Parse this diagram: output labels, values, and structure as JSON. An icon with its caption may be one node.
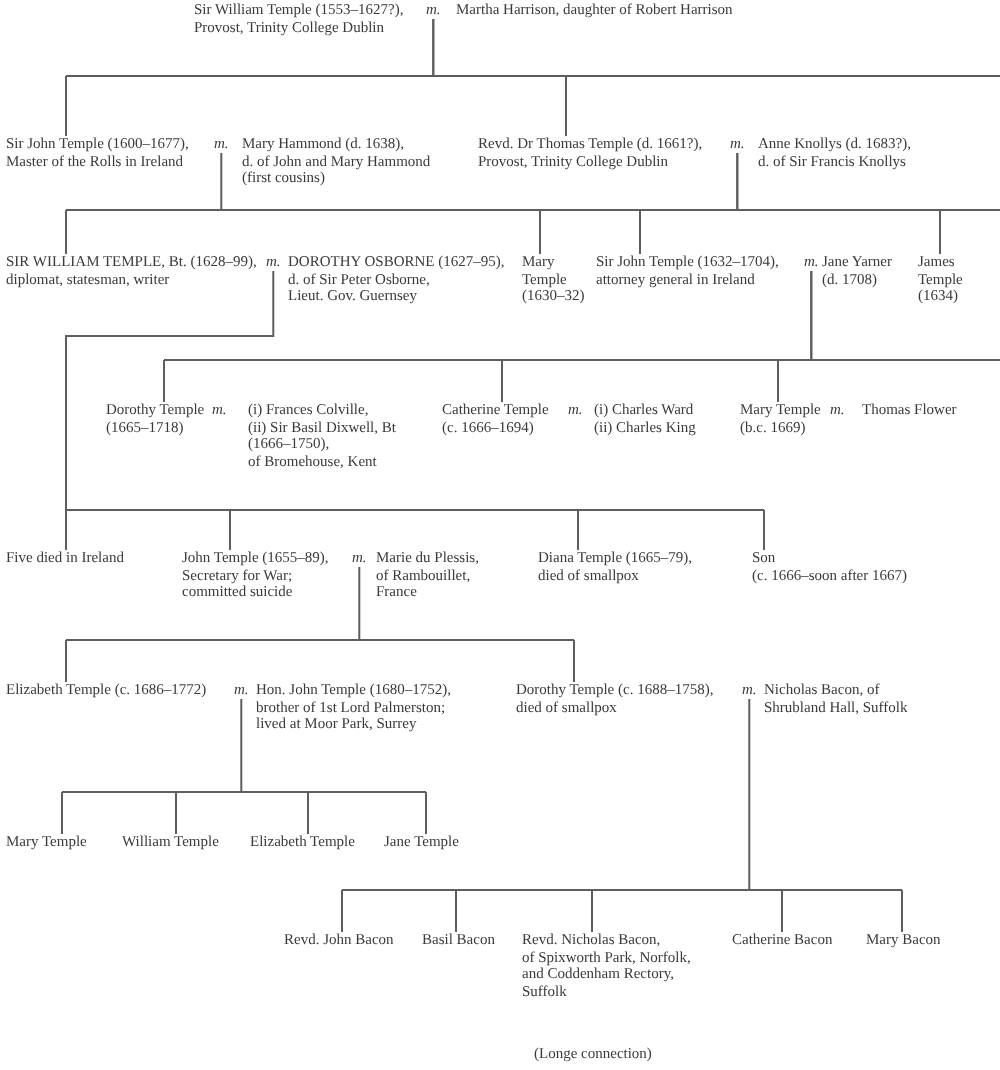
{
  "diagram": {
    "nodes": [
      {
        "text": [
          "Sir William Temple (1553–1627?), Provost, Trinity College Dublin"
        ]
      },
      {
        "text": [
          "m."
        ]
      },
      {
        "text": [
          "Martha Harrison, daughter of Robert Harrison"
        ]
      },
      {
        "text": [
          "Sir John Temple (1600–1677), Master of the Rolls in Ireland"
        ]
      },
      {
        "text": [
          "m."
        ]
      },
      {
        "text": [
          "Mary Hammond (d. 1638), d. of John and Mary Hammond (first cousins)"
        ]
      },
      {
        "text": [
          "Revd. Dr Thomas Temple (d. 1661?), Provost, Trinity College Dublin"
        ]
      },
      {
        "text": [
          "m."
        ]
      },
      {
        "text": [
          "Anne Knollys (d. 1683?), d. of Sir Francis Knollys"
        ]
      },
      {
        "text": [
          "SIR WILLIAM TEMPLE, Bt. (1628–99), diplomat, statesman, writer"
        ]
      },
      {
        "text": [
          "m."
        ]
      },
      {
        "text": [
          "DOROTHY OSBORNE (1627–95), d. of Sir Peter Osborne, Lieut. Gov. Guernsey"
        ]
      },
      {
        "text": [
          "Mary Temple (1630–32)"
        ]
      },
      {
        "text": [
          "Sir John Temple (1632–1704), attorney general in Ireland"
        ]
      },
      {
        "text": [
          "m."
        ]
      },
      {
        "text": [
          "Jane Yarner (d. 1708)"
        ]
      },
      {
        "text": [
          "James Temple (1634)"
        ]
      },
      {
        "text": [
          "Dorothy Temple (1665–1718)"
        ]
      },
      {
        "text": [
          "m."
        ]
      },
      {
        "text": [
          "(i) Frances Colville, (ii) Sir Basil Dixwell, Bt (1666–1750), of Bromehouse, Kent"
        ]
      },
      {
        "text": [
          "Catherine Temple (c. 1666–1694)"
        ]
      },
      {
        "text": [
          "m."
        ]
      },
      {
        "text": [
          "(i) Charles Ward (ii) Charles King"
        ]
      },
      {
        "text": [
          "Mary Temple (b.c. 1669)"
        ]
      },
      {
        "text": [
          "m."
        ]
      },
      {
        "text": [
          "Thomas Flower"
        ]
      },
      {
        "text": [
          "Five died in Ireland"
        ]
      },
      {
        "text": [
          "John Temple (1655–89), Secretary for War; committed suicide"
        ]
      },
      {
        "text": [
          "m."
        ]
      },
      {
        "text": [
          "Marie du Plessis, of Rambouillet, France"
        ]
      },
      {
        "text": [
          "Diana Temple (1665–79), died of smallpox"
        ]
      },
      {
        "text": [
          "Son (c. 1666–soon after 1667)"
        ]
      },
      {
        "text": [
          "Elizabeth Temple (c. 1686–1772)"
        ]
      },
      {
        "text": [
          "m."
        ]
      },
      {
        "text": [
          "Hon. John Temple (1680–1752), brother of 1st Lord Palmerston; lived at Moor Park, Surrey"
        ]
      },
      {
        "text": [
          "Dorothy Temple (c. 1688–1758), died of smallpox"
        ]
      },
      {
        "text": [
          "m."
        ]
      },
      {
        "text": [
          "Nicholas Bacon, of Shrubland Hall, Suffolk"
        ]
      },
      {
        "text": [
          "Mary Temple"
        ]
      },
      {
        "text": [
          "William Temple"
        ]
      },
      {
        "text": [
          "Elizabeth Temple"
        ]
      },
      {
        "text": [
          "Jane Temple"
        ]
      },
      {
        "text": [
          "Revd. John Bacon"
        ]
      },
      {
        "text": [
          "Basil Bacon"
        ]
      },
      {
        "text": [
          "Revd. Nicholas Bacon, of Spixworth Park, Norfolk, and Coddenham Rectory, Suffolk"
        ]
      },
      {
        "text": [
          "Catherine Bacon"
        ]
      },
      {
        "text": [
          "Mary Bacon"
        ]
      }
    ],
    "edges": [
      {
        "from": 1,
        "to": 3,
        "arrow": "none"
      },
      {
        "from": 1,
        "to": 6,
        "arrow": "none"
      },
      {
        "from": 1,
        "to": null,
        "arrow": "none"
      },
      {
        "from": 4,
        "to": 9,
        "arrow": "none"
      },
      {
        "from": 4,
        "to": 12,
        "arrow": "none"
      },
      {
        "from": 4,
        "to": 13,
        "arrow": "none"
      },
      {
        "from": 4,
        "to": 16,
        "arrow": "none"
      },
      {
        "from": 7,
        "to": 9,
        "arrow": "none"
      },
      {
        "from": 7,
        "to": 12,
        "arrow": "none"
      },
      {
        "from": 7,
        "to": 13,
        "arrow": "none"
      },
      {
        "from": 7,
        "to": 16,
        "arrow": "none"
      },
      {
        "from": 7,
        "to": null,
        "arrow": "none"
      },
      {
        "from": 10,
        "to": 26,
        "arrow": "none"
      },
      {
        "from": 10,
        "to": 27,
        "arrow": "none"
      },
      {
        "from": 10,
        "to": 30,
        "arrow": "none"
      },
      {
        "from": 10,
        "to": 31,
        "arrow": "none"
      },
      {
        "from": 14,
        "to": 17,
        "arrow": "none"
      },
      {
        "from": 14,
        "to": 20,
        "arrow": "none"
      },
      {
        "from": 14,
        "to": 23,
        "arrow": "none"
      },
      {
        "from": 14,
        "to": null,
        "arrow": "none"
      },
      {
        "from": 28,
        "to": 32,
        "arrow": "none"
      },
      {
        "from": 28,
        "to": 35,
        "arrow": "none"
      },
      {
        "from": 33,
        "to": 38,
        "arrow": "none"
      },
      {
        "from": 33,
        "to": 39,
        "arrow": "none"
      },
      {
        "from": 33,
        "to": 40,
        "arrow": "none"
      },
      {
        "from": 33,
        "to": 41,
        "arrow": "none"
      },
      {
        "from": 36,
        "to": 42,
        "arrow": "none"
      },
      {
        "from": 36,
        "to": 43,
        "arrow": "none"
      },
      {
        "from": 36,
        "to": 44,
        "arrow": "none"
      },
      {
        "from": 36,
        "to": 45,
        "arrow": "none"
      },
      {
        "from": 36,
        "to": 46,
        "arrow": "none"
      }
    ],
    "labels": [
      "(Longe connection)"
    ]
  }
}
